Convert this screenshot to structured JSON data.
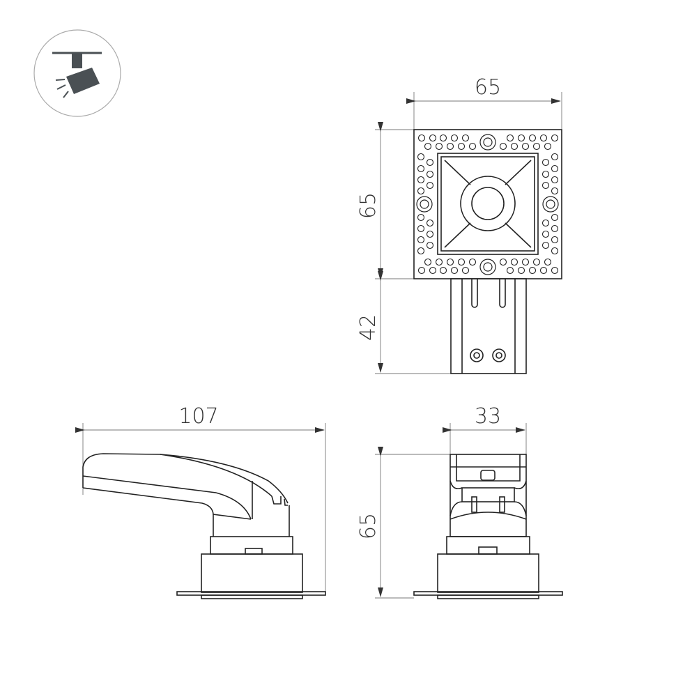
{
  "badge": {
    "icon": "track-spotlight-icon",
    "border_color": "#999999",
    "fill_color": "#4a5054"
  },
  "top_view": {
    "width_label": "65",
    "height_label": "65",
    "bracket_label": "42"
  },
  "side_view": {
    "width_label": "107"
  },
  "front_view": {
    "width_label": "33",
    "height_label": "65"
  },
  "colors": {
    "line": "#222222",
    "dimension": "#777777",
    "text": "#333333"
  }
}
